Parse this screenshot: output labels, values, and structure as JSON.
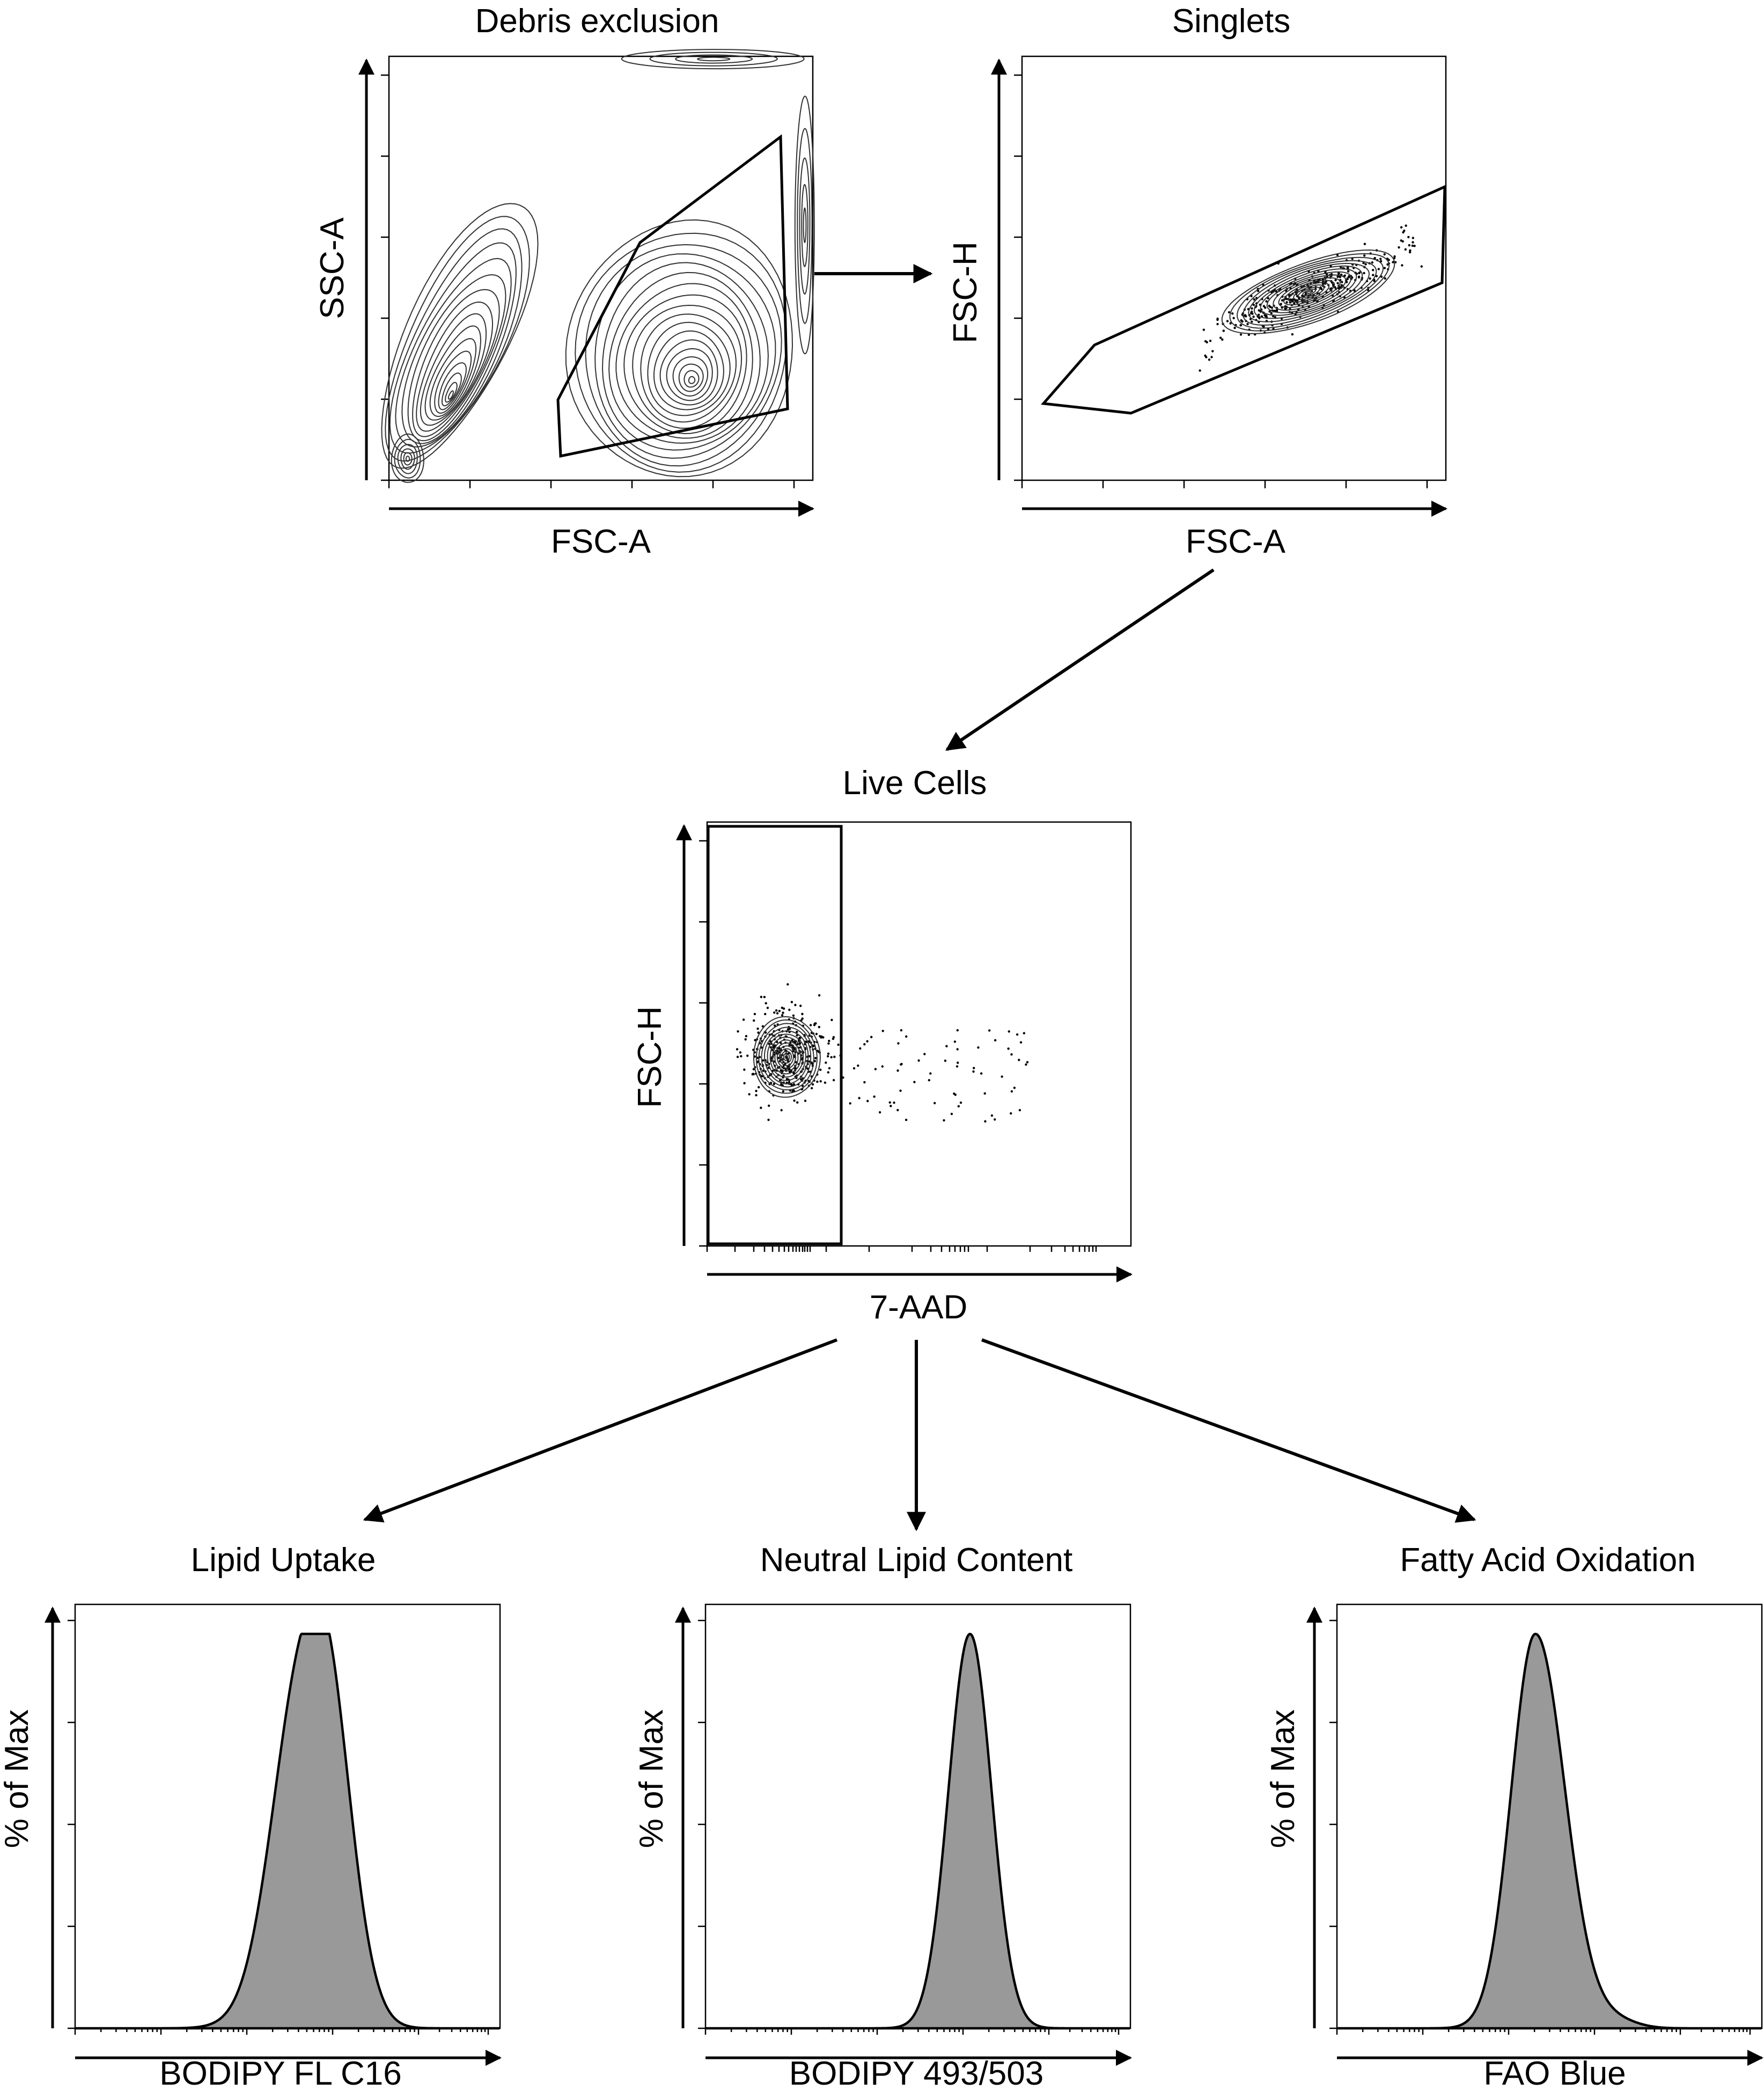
{
  "plots": {
    "debris": {
      "title": "Debris exclusion",
      "xlabel": "FSC-A",
      "ylabel": "SSC-A"
    },
    "singlets": {
      "title": "Singlets",
      "xlabel": "FSC-A",
      "ylabel": "FSC-H"
    },
    "live": {
      "title": "Live Cells",
      "xlabel": "7-AAD",
      "ylabel": "FSC-H"
    },
    "uptake": {
      "title": "Lipid Uptake",
      "xlabel": "BODIPY FL C16",
      "ylabel": "% of Max"
    },
    "neutral": {
      "title": "Neutral Lipid Content",
      "xlabel": "BODIPY 493/503",
      "ylabel": "% of Max"
    },
    "fao": {
      "title": "Fatty Acid Oxidation",
      "xlabel": "FAO Blue",
      "ylabel": "% of Max"
    }
  },
  "chart_data": [
    {
      "type": "contour",
      "title": "Debris exclusion",
      "xlabel": "FSC-A",
      "ylabel": "SSC-A",
      "gate": "polygon"
    },
    {
      "type": "contour",
      "title": "Singlets",
      "xlabel": "FSC-A",
      "ylabel": "FSC-H",
      "gate": "polygon"
    },
    {
      "type": "contour",
      "title": "Live Cells",
      "xlabel": "7-AAD",
      "ylabel": "FSC-H",
      "gate": "rectangle",
      "xscale": "log"
    },
    {
      "type": "histogram",
      "title": "Lipid Uptake",
      "xlabel": "BODIPY FL C16",
      "ylabel": "% of Max",
      "xscale": "log",
      "fill": "#999999"
    },
    {
      "type": "histogram",
      "title": "Neutral Lipid Content",
      "xlabel": "BODIPY 493/503",
      "ylabel": "% of Max",
      "xscale": "log",
      "fill": "#999999"
    },
    {
      "type": "histogram",
      "title": "Fatty Acid Oxidation",
      "xlabel": "FAO Blue",
      "ylabel": "% of Max",
      "xscale": "log",
      "fill": "#999999"
    }
  ]
}
